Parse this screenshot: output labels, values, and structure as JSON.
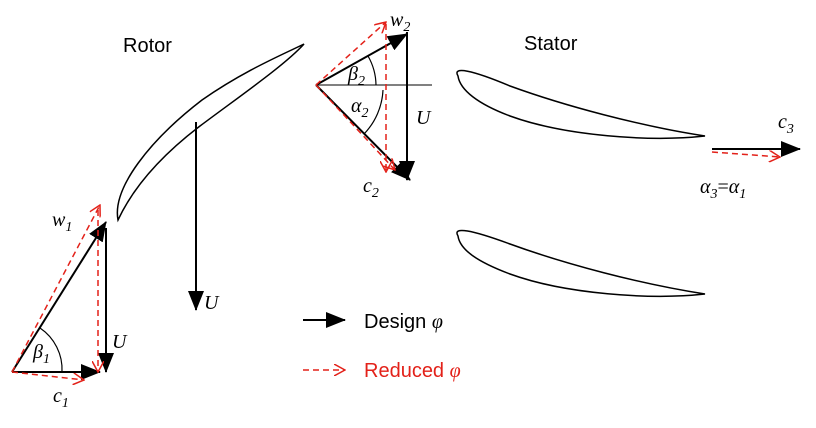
{
  "labels": {
    "rotor": "Rotor",
    "stator": "Stator"
  },
  "rotor_inlet": {
    "w": "w",
    "w_sub": "1",
    "beta": "β",
    "beta_sub": "1",
    "u": "U",
    "c": "c",
    "c_sub": "1"
  },
  "rotor_blade": {
    "u": "U"
  },
  "rotor_exit": {
    "w": "w",
    "w_sub": "2",
    "beta": "β",
    "beta_sub": "2",
    "alpha": "α",
    "alpha_sub": "2",
    "u": "U",
    "c": "c",
    "c_sub": "2"
  },
  "stator_exit": {
    "c": "c",
    "c_sub": "3",
    "alpha3": "α",
    "alpha3_sub": "3",
    "eq": "=",
    "alpha1": "α",
    "alpha1_sub": "1"
  },
  "legend": {
    "design_text": "Design ",
    "design_symbol": "φ",
    "reduced_text": "Reduced ",
    "reduced_symbol": "φ"
  },
  "colors": {
    "design": "#000000",
    "reduced": "#e32119"
  }
}
